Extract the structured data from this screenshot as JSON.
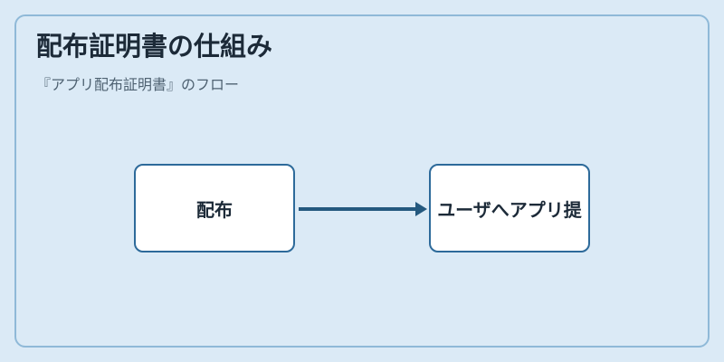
{
  "title": "配布証明書の仕組み",
  "subtitle": "『アプリ配布証明書』のフロー",
  "nodes": [
    {
      "label": "配布"
    },
    {
      "label": "ユーザへアプリ提"
    }
  ],
  "edges": [
    {
      "from": 0,
      "to": 1
    }
  ],
  "colors": {
    "background": "#dbeaf6",
    "card_border": "#8fb9d8",
    "node_border": "#2d6a9a",
    "arrow": "#24597f",
    "text": "#1c2a38"
  }
}
